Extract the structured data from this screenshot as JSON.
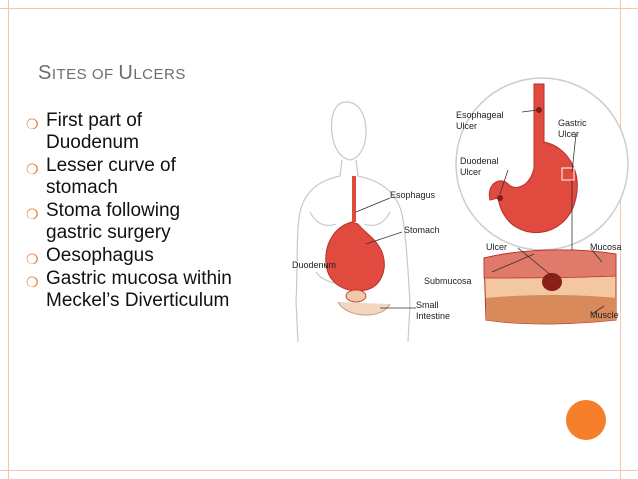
{
  "slide": {
    "title_cap1": "S",
    "title_rest1": "ITES OF ",
    "title_cap2": "U",
    "title_rest2": "LCERS",
    "bullets": [
      {
        "line1": "First part of",
        "line2": "Duodenum"
      },
      {
        "line1": "Lesser curve of",
        "line2": "stomach"
      },
      {
        "line1": "Stoma following",
        "line2": "gastric surgery"
      },
      {
        "line1": "Oesophagus",
        "line2": ""
      },
      {
        "line1": "Gastric mucosa within",
        "line2": "Meckel’s Diverticulum"
      }
    ],
    "bullet_glyph": "❍"
  },
  "figure_labels": {
    "esophageal_ulcer_1": "Esophageal",
    "esophageal_ulcer_2": "Ulcer",
    "gastric_ulcer_1": "Gastric",
    "gastric_ulcer_2": "Ulcer",
    "duodenal_ulcer_1": "Duodenal",
    "duodenal_ulcer_2": "Ulcer",
    "esophagus": "Esophagus",
    "stomach": "Stomach",
    "duodenum": "Duodenum",
    "small_intestine_1": "Small",
    "small_intestine_2": "Intestine",
    "ulcer": "Ulcer",
    "mucosa": "Mucosa",
    "submucosa": "Submucosa",
    "muscle": "Muscle"
  },
  "colors": {
    "accent": "#f57f2a",
    "frame": "#f3c6b0",
    "title": "#6d6d6d",
    "organ": "#e04a3f",
    "organ_dark": "#b8312a"
  }
}
